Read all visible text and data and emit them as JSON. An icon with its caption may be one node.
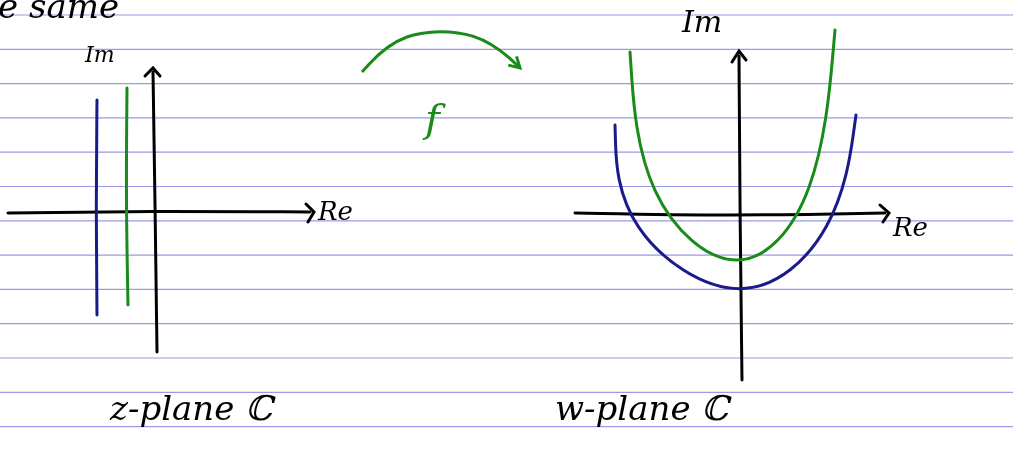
{
  "diagram": {
    "nodes": [
      {
        "text": [
          "z-plane ℂ"
        ]
      },
      {
        "text": [
          "w-plane ℂ"
        ]
      }
    ],
    "edges": [
      {
        "from": 0,
        "to": 1,
        "arrow": "to",
        "label": "f",
        "color": "#1a8a1a"
      }
    ],
    "labels": [
      "e same",
      "Im",
      "Re",
      "Im",
      "Re"
    ]
  }
}
